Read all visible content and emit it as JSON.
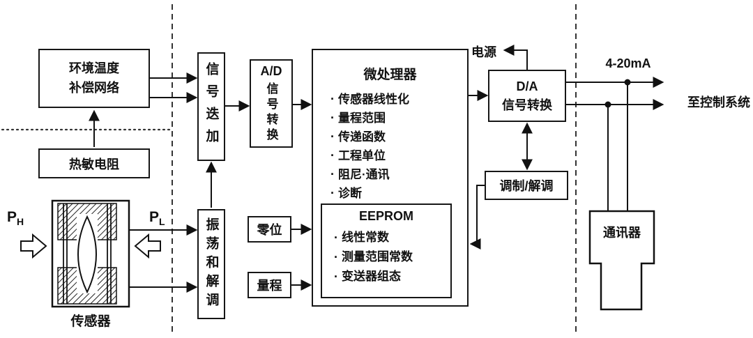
{
  "diagram": {
    "temp_comp": {
      "line1": "环境温度",
      "line2": "补偿网络"
    },
    "thermistor": "热敏电阻",
    "sensor_label": "传感器",
    "p_high": {
      "main": "P",
      "sub": "H"
    },
    "p_low": {
      "main": "P",
      "sub": "L"
    },
    "signal_add": "信号迭加",
    "osc_demod": "振荡和解调",
    "ad": {
      "top": "A/D",
      "vert": "信号转换"
    },
    "zero": "零位",
    "span": "量程",
    "micro": {
      "title": "微处理器",
      "bullet": "·",
      "items": [
        "传感器线性化",
        "量程范围",
        "传递函数",
        "工程单位",
        "阻尼·通讯",
        "诊断"
      ]
    },
    "eeprom": {
      "title": "EEPROM",
      "items": [
        "线性常数",
        "测量范围常数",
        "变送器组态"
      ]
    },
    "da": {
      "line1": "D/A",
      "line2": "信号转换"
    },
    "mod_demod": "调制/解调",
    "power": "电源",
    "current": "4-20mA",
    "to_control": "至控制系统",
    "communicator": "通讯器"
  }
}
